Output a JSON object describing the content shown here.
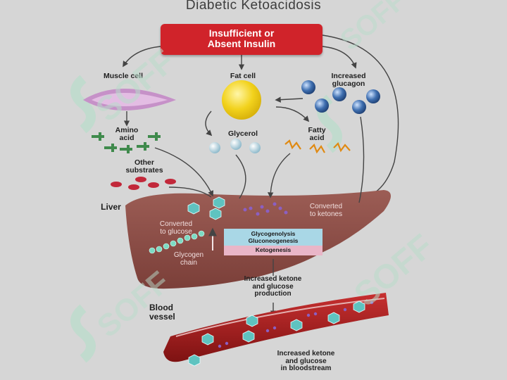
{
  "title": "Diabetic Ketoacidosis",
  "insulin": {
    "line1": "Insufficient or",
    "line2": "Absent Insulin"
  },
  "labels": {
    "muscle_cell": "Muscle cell",
    "fat_cell": "Fat cell",
    "glucagon_1": "Increased",
    "glucagon_2": "glucagon",
    "amino_1": "Amino",
    "amino_2": "acid",
    "glycerol": "Glycerol",
    "fatty_1": "Fatty",
    "fatty_2": "acid",
    "other_1": "Other",
    "other_2": "substrates",
    "liver": "Liver",
    "ketones_1": "Converted",
    "ketones_2": "to ketones",
    "glucose_1": "Converted",
    "glucose_2": "to glucose",
    "glycogen_1": "Glycogen",
    "glycogen_2": "chain",
    "process_1": "Glycogenolysis",
    "process_2": "Gluconeogenesis",
    "process_3": "Ketogenesis",
    "production_1": "Increased ketone",
    "production_2": "and glucose",
    "production_3": "production",
    "blood_1": "Blood",
    "blood_2": "vessel",
    "bloodstream_1": "Increased ketone",
    "bloodstream_2": "and glucose",
    "bloodstream_3": "in bloodstream"
  },
  "watermark": "SOFF",
  "colors": {
    "insulin_box": "#d0232a",
    "liver": "#8e4f48",
    "blood_vessel": "#9e1c1c",
    "fat_cell": "#f2d21c",
    "glucagon": "#3f6fb0",
    "glucose": "#5fc3c0",
    "ketone": "#8b5fc2",
    "amino_acid": "#3f8a4c",
    "process_blue": "#a9d7e6",
    "process_pink": "#e9b6c8",
    "watermark": "#b9dccb"
  }
}
